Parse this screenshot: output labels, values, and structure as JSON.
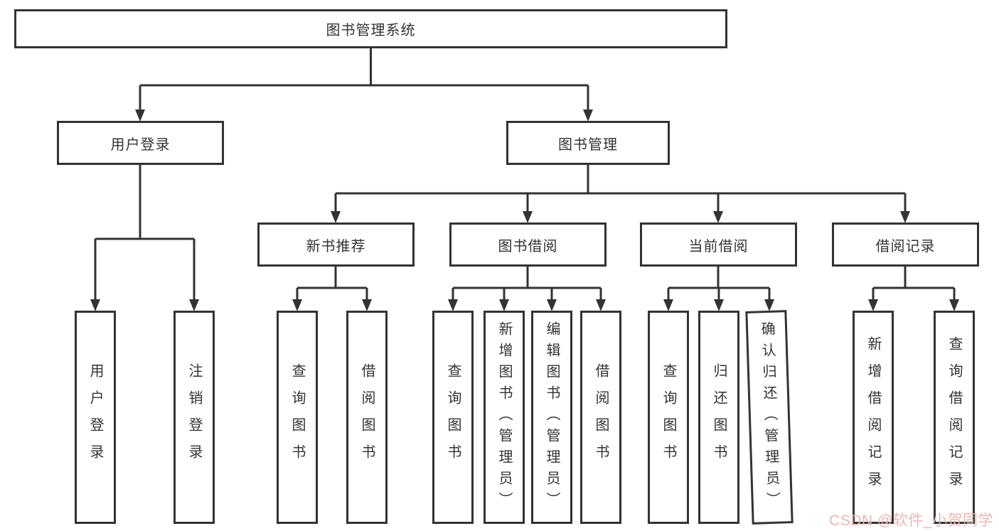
{
  "tree": {
    "label": "图书管理系统",
    "children": [
      {
        "label": "用户登录",
        "children": [
          {
            "label": "用户登录"
          },
          {
            "label": "注销登录"
          }
        ]
      },
      {
        "label": "图书管理",
        "children": [
          {
            "label": "新书推荐",
            "children": [
              {
                "label": "查询图书"
              },
              {
                "label": "借阅图书"
              }
            ]
          },
          {
            "label": "图书借阅",
            "children": [
              {
                "label": "查询图书"
              },
              {
                "label": "新增图书（管理员）"
              },
              {
                "label": "编辑图书（管理员）"
              },
              {
                "label": "借阅图书"
              }
            ]
          },
          {
            "label": "当前借阅",
            "children": [
              {
                "label": "查询图书"
              },
              {
                "label": "归还图书"
              },
              {
                "label": "确认归还（管理员）"
              }
            ]
          },
          {
            "label": "借阅记录",
            "children": [
              {
                "label": "新增借阅记录"
              },
              {
                "label": "查询借阅记录"
              }
            ]
          }
        ]
      }
    ]
  },
  "watermark": {
    "text": "CSDN @软件_小贺同学"
  },
  "colors": {
    "line": "#333333",
    "box_border": "#333333",
    "text": "#333333",
    "background": "#ffffff",
    "watermark": "#eeb6b1"
  }
}
